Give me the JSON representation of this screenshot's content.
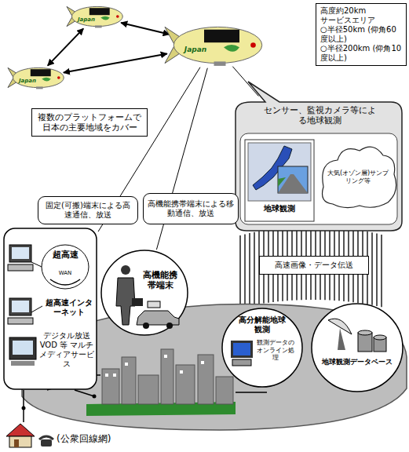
{
  "diagram": {
    "nodes": [
      {
        "text": [
          "Japan"
        ]
      },
      {
        "text": [
          "Japan"
        ]
      },
      {
        "text": [
          "Japan"
        ]
      },
      {
        "text": [
          "高度約20km",
          "サービスエリア",
          "○半径50km (仰角60度以上)",
          "○半径200km (仰角10度以上)"
        ]
      },
      {
        "text": [
          "複数のプラットフォームで日本の主要地域をカバー"
        ]
      },
      {
        "text": [
          "センサー、監視カメラ等による地球観測"
        ]
      },
      {
        "text": [
          "地球観測"
        ],
        "in": 5
      },
      {
        "text": [
          "大気(オゾン層)サンプリング等"
        ],
        "in": 5
      },
      {
        "text": [
          "固定(可搬)端末による高速通信、放送"
        ]
      },
      {
        "text": [
          "高機能携帯端末による移動通信、放送"
        ]
      },
      {
        "text": [
          "高速画像・データ伝送"
        ]
      },
      {
        "text": [
          "超高速",
          "WAN",
          "超高速インターネット",
          "デジタル放送 VOD 等 マルチメディアサービス"
        ]
      },
      {
        "text": [
          "高機能携帯端末"
        ]
      },
      {
        "text": [
          "高分解能地球観測",
          "観測データのオンライン処理"
        ]
      },
      {
        "text": [
          "地球観測データベース"
        ]
      }
    ],
    "edges": [
      {
        "from": 0,
        "to": 1,
        "arrow": "both"
      },
      {
        "from": 2,
        "to": 1,
        "arrow": "both"
      },
      {
        "from": 0,
        "to": 2,
        "arrow": "both"
      },
      {
        "from": 1,
        "to": 11,
        "arrow": "none"
      },
      {
        "from": 1,
        "to": 12,
        "arrow": "none"
      },
      {
        "from": 1,
        "to": 5,
        "arrow": "none"
      }
    ],
    "labels": [
      "(公衆回線網)"
    ]
  }
}
